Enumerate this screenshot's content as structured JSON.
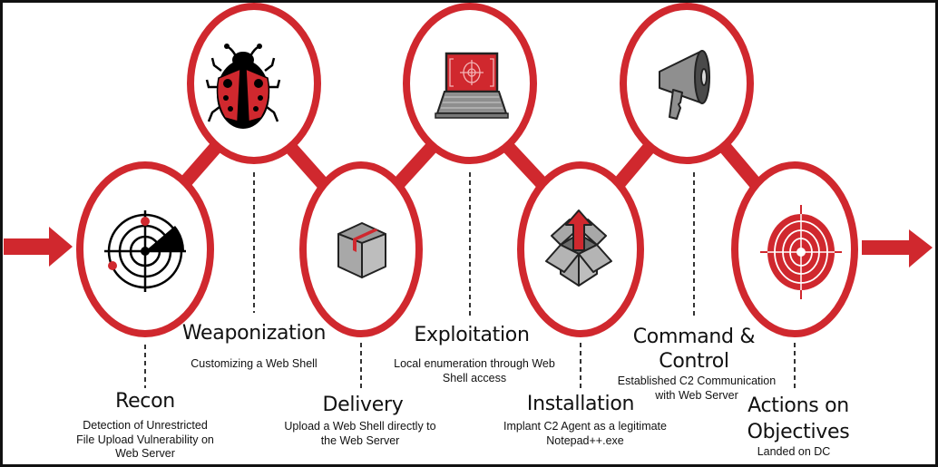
{
  "diagram": {
    "accent_color": "#d0282e",
    "stages": [
      {
        "id": "recon",
        "title": "Recon",
        "description": "Detection of Unrestricted File Upload Vulnerability on Web Server",
        "icon": "radar-icon"
      },
      {
        "id": "weaponization",
        "title": "Weaponization",
        "description": "Customizing a Web Shell",
        "icon": "ladybug-icon"
      },
      {
        "id": "delivery",
        "title": "Delivery",
        "description": "Upload a Web Shell directly to the Web Server",
        "icon": "package-icon"
      },
      {
        "id": "exploitation",
        "title": "Exploitation",
        "description": "Local enumeration through Web Shell access",
        "icon": "laptop-target-icon"
      },
      {
        "id": "installation",
        "title": "Installation",
        "description": "Implant C2 Agent as a legitimate Notepad++.exe",
        "icon": "open-box-arrow-icon"
      },
      {
        "id": "command-and-control",
        "title": "Command & Control",
        "description": "Established C2 Communication with Web Server",
        "icon": "megaphone-icon"
      },
      {
        "id": "actions-on-objectives",
        "title": "Actions on Objectives",
        "description": "Landed on DC",
        "icon": "target-icon"
      }
    ]
  }
}
